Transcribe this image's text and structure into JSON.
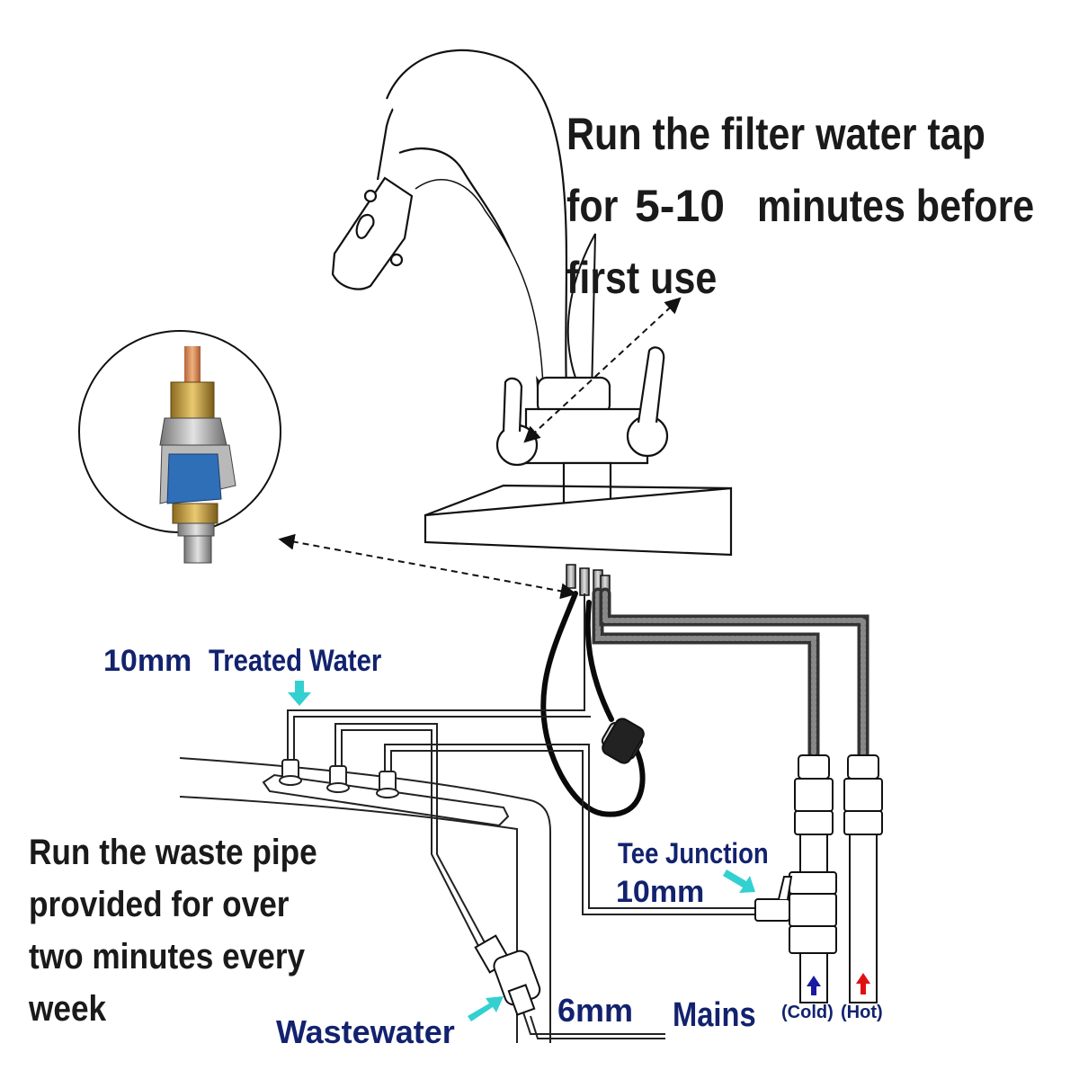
{
  "instructions": {
    "filter_tap": {
      "line1": "Run the filter water tap",
      "line2_prefix": "for",
      "line2_emphasis": "5-10",
      "line2_suffix": "minutes before",
      "line3": "first use"
    },
    "waste_pipe": {
      "line1": "Run the waste pipe",
      "line2": "provided for over",
      "line3": "two minutes every",
      "line4": "week"
    }
  },
  "labels": {
    "treated_size": "10mm",
    "treated_water": "Treated Water",
    "tee_junction": "Tee Junction",
    "tee_size": "10mm",
    "wastewater": "Wastewater",
    "waste_size": "6mm",
    "mains": "Mains",
    "cold": "(Cold)",
    "hot": "(Hot)"
  },
  "colors": {
    "label_blue": "#12226e",
    "pointer_arrow": "#33d0d0",
    "cold_arrow": "#1a1aa0",
    "hot_arrow": "#e01010",
    "text_dark": "#1a1a1a"
  },
  "icons": {
    "pointer": "cyan-arrow-icon",
    "cold": "blue-up-arrow-icon",
    "hot": "red-up-arrow-icon"
  }
}
